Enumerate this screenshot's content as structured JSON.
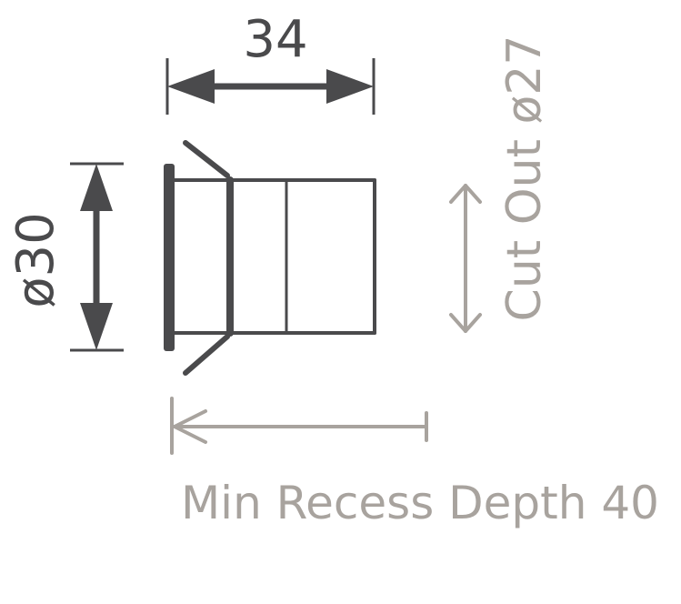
{
  "diagram": {
    "width_label": "34",
    "diameter_label": "ø30",
    "cutout_label": "Cut Out ø27",
    "recess_label": "Min Recess Depth 40"
  },
  "colors": {
    "dark": "#4a4a4c",
    "light": "#a8a39e"
  }
}
